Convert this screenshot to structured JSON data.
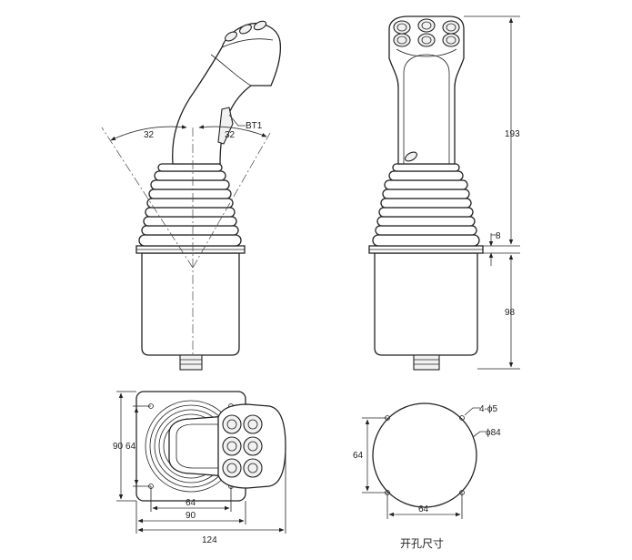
{
  "dimensions": {
    "angle_left": "32",
    "angle_right": "32",
    "trigger_label": "BT1",
    "total_height": "193",
    "flange_thickness": "8",
    "body_height": "98",
    "mount_outer_height": "90",
    "mount_inner_height": "64",
    "mount_inner_width": "64",
    "mount_outer_width": "90",
    "overall_width": "124",
    "hole_spec": "4-ϕ5",
    "cutout_diameter": "ϕ84",
    "cutout_hole_height": "64",
    "cutout_hole_width": "64"
  },
  "caption": "开孔尺寸"
}
